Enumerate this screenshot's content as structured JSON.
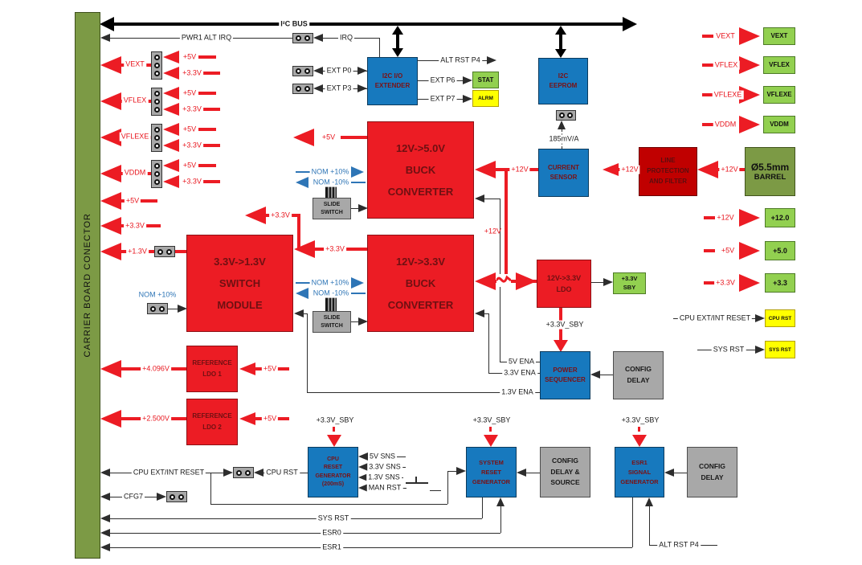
{
  "connector": {
    "label": "CARRIER BOARD CONECTOR"
  },
  "buses": {
    "i2c": "I²C BUS",
    "pwr1_alt_irq": "PWR1 ALT IRQ",
    "irq": "IRQ"
  },
  "blocks": {
    "extender": [
      "I2C I/O",
      "EXTENDER"
    ],
    "eeprom": [
      "I2C",
      "EEPROM"
    ],
    "current_sensor": [
      "CURRENT",
      "SENSOR"
    ],
    "line_protection": [
      "LINE",
      "PROTECTION",
      "AND FILTER"
    ],
    "barrel": [
      "Ø5.5mm",
      "BARREL"
    ],
    "buck5": [
      "12V->5.0V",
      "BUCK",
      "CONVERTER"
    ],
    "buck33": [
      "12V->3.3V",
      "BUCK",
      "CONVERTER"
    ],
    "switch_module": [
      "3.3V->1.3V",
      "SWITCH",
      "MODULE"
    ],
    "ldo33": [
      "12V->3.3V",
      "LDO"
    ],
    "sby_box": [
      "+3.3V",
      "SBY"
    ],
    "power_sequencer": [
      "POWER",
      "SEQUENCER"
    ],
    "config_delay": [
      "CONFIG",
      "DELAY"
    ],
    "config_delay_source": [
      "CONFIG",
      "DELAY &",
      "SOURCE"
    ],
    "ref_ldo1": [
      "REFERENCE",
      "LDO 1"
    ],
    "ref_ldo2": [
      "REFERENCE",
      "LDO 2"
    ],
    "cpu_reset_gen": [
      "CPU",
      "RESET",
      "GENERATOR",
      "(200mS)"
    ],
    "system_reset_gen": [
      "SYSTEM",
      "RESET",
      "GENERATOR"
    ],
    "esr1_signal_gen": [
      "ESR1",
      "SIGNAL",
      "GENERATOR"
    ],
    "slide_switch": [
      "SLIDE",
      "SWITCH"
    ]
  },
  "signals": {
    "v5": "+5V",
    "v33": "+3.3V",
    "v13": "+1.3V",
    "v12": "+12V",
    "vext": "VEXT",
    "vflex": "VFLEX",
    "vflexe": "VFLEXE",
    "vddm": "VDDM",
    "ref1": "+4.096V",
    "ref2": "+2.500V",
    "sby": "+3.3V_SBY",
    "ena5": "5V ENA",
    "ena33": "3.3V ENA",
    "ena13": "1.3V ENA",
    "sns5": "5V SNS",
    "sns33": "3.3V SNS",
    "sns13": "1.3V SNS",
    "man_rst": "MAN RST",
    "cpu_ext_int_reset": "CPU EXT/INT RESET",
    "cpu_rst": "CPU RST",
    "cfg7": "CFG7",
    "sys_rst": "SYS RST",
    "esr0": "ESR0",
    "esr1": "ESR1",
    "alt_rst_p4": "ALT RST P4",
    "ext_p0": "EXT P0",
    "ext_p3": "EXT P3",
    "ext_p6": "EXT P6",
    "ext_p7": "EXT P7",
    "nom_plus": "NOM +10%",
    "nom_minus": "NOM -10%",
    "sense_ratio": "185mV/A"
  },
  "io_boxes": {
    "stat": "STAT",
    "alrm": "ALRM"
  },
  "right_boxes": {
    "vext": "VEXT",
    "vflex": "VFLEX",
    "vflexe": "VFLEXE",
    "vddm": "VDDM",
    "p12": "+12.0",
    "p5": "+5.0",
    "p33": "+3.3",
    "cpu_rst": "CPU RST",
    "sys_rst": "SYS RST"
  },
  "colors": {
    "power_line": "#ec1c24",
    "converter_fill": "#ec1c24",
    "protection_fill": "#c00000",
    "logic_fill": "#1779be",
    "output_fill": "#92d050",
    "alert_fill": "#ffff00",
    "connector_fill": "#7c9a45",
    "passive_fill": "#a8a8a8",
    "nom_text": "#2e75b6"
  }
}
